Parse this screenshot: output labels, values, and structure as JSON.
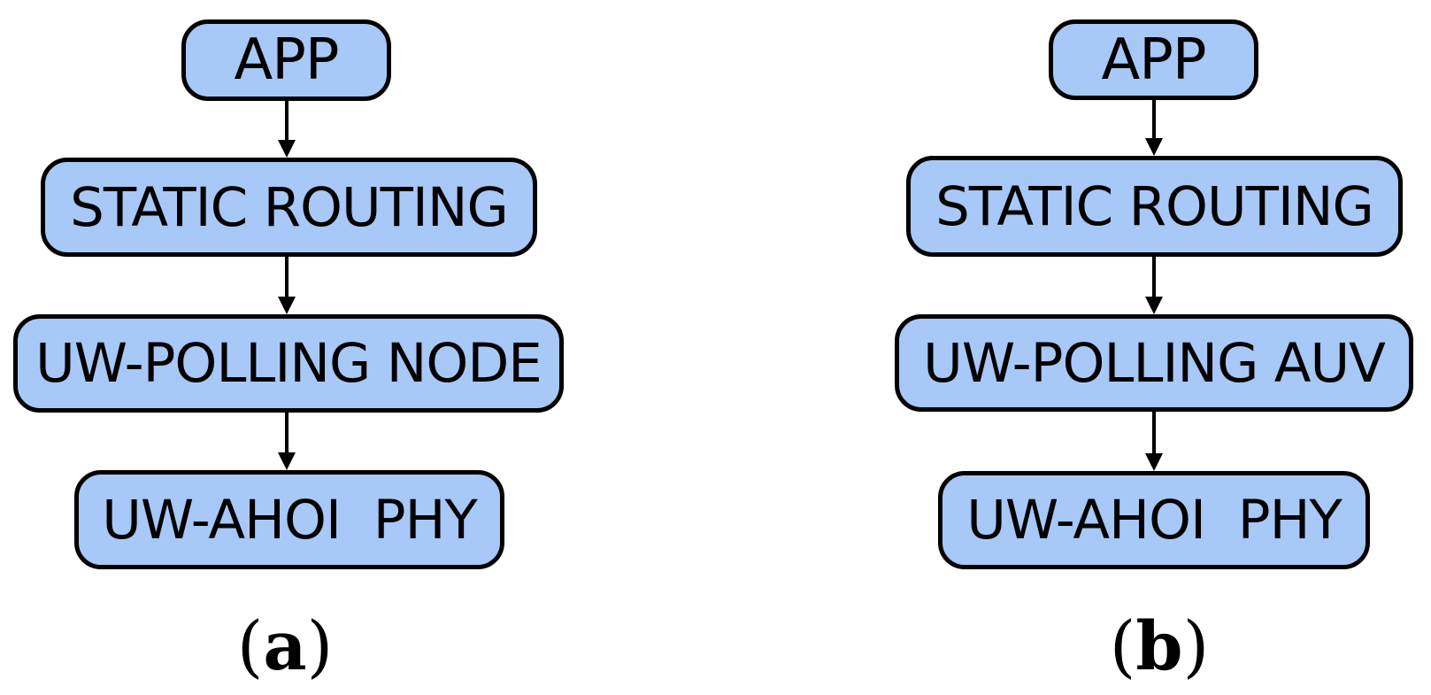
{
  "panels": [
    {
      "id": "a",
      "caption": {
        "open": "(",
        "letter": "a",
        "close": ")"
      },
      "boxes": [
        {
          "label": "APP"
        },
        {
          "label": "STATIC ROUTING"
        },
        {
          "label": "UW-POLLING NODE"
        },
        {
          "label": "UW-AHOI  PHY"
        }
      ]
    },
    {
      "id": "b",
      "caption": {
        "open": "(",
        "letter": "b",
        "close": ")"
      },
      "boxes": [
        {
          "label": "APP"
        },
        {
          "label": "STATIC ROUTING"
        },
        {
          "label": "UW-POLLING AUV"
        },
        {
          "label": "UW-AHOI  PHY"
        }
      ]
    }
  ],
  "colors": {
    "box_fill": "#a8c8f7",
    "box_border": "#000000",
    "background": "#ffffff"
  }
}
